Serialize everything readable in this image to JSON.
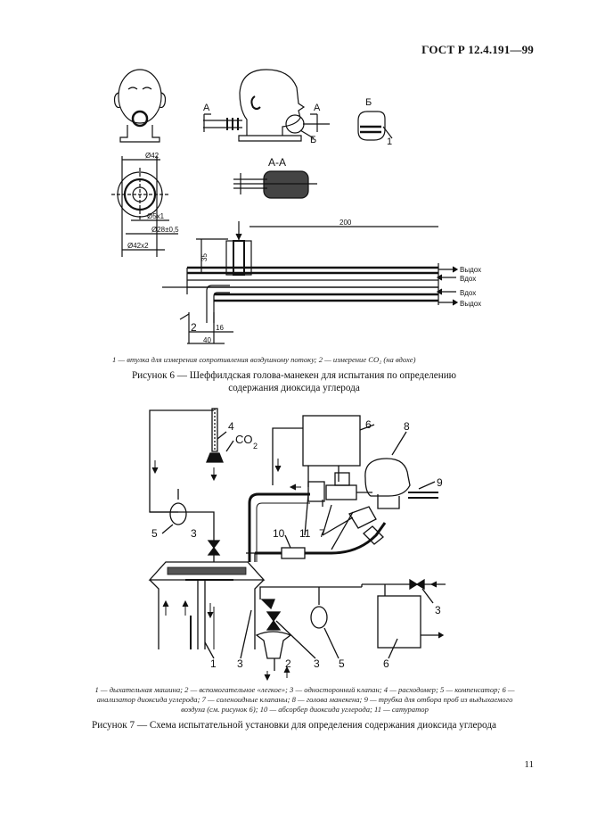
{
  "header": {
    "standard": "ГОСТ Р 12.4.191—99"
  },
  "figure6": {
    "labels": {
      "section_a_left": "А",
      "section_a_right": "А",
      "view_b": "Б",
      "view_b_label": "Б",
      "section_aa": "А-А",
      "callout_1": "1",
      "callout_2": "2",
      "dim_42": "Ø42",
      "dim_5x1": "Ø5х1",
      "dim_28": "Ø28±0,5",
      "dim_42x2": "Ø42х2",
      "dim_200": "200",
      "dim_35": "35",
      "dim_16": "16",
      "dim_40": "40",
      "vydoh1": "Выдох",
      "vdoh1": "Вдох",
      "vdoh2": "Вдох",
      "vydoh2": "Выдох"
    },
    "legend": "1 — втулка для измерения сопротивления воздушному потоку; 2 — измерение CO₂ (на вдохе)",
    "title_line1": "Рисунок 6 — Шеффилдская голова-манекен для испытания по определению",
    "title_line2": "содержания диоксида углерода"
  },
  "figure7": {
    "labels": {
      "n4": "4",
      "co2": "CO",
      "co2_sub": "2",
      "n6_top": "6",
      "n8": "8",
      "n9": "9",
      "n5_left": "5",
      "n3_left": "3",
      "n10": "10",
      "n11": "11",
      "n7": "7",
      "n3_right": "3",
      "n1": "1",
      "n3_bottom_left": "3",
      "n2": "2",
      "n3_bottom_right": "3",
      "n5_bottom": "5",
      "n6_bottom": "6"
    },
    "legend_line1": "1 — дыхательная машина; 2 — вспомогательное «легкое»; 3 — односторонний клапан; 4 — расходомер; 5 — компенсатор; 6 —",
    "legend_line2": "анализатор диоксида углерода; 7 — соленоидные клапаны; 8 — голова манекена; 9 — трубка для отбора проб из выдыхаемого",
    "legend_line3": "воздуха (см. рисунок 6); 10 — абсорбер диоксида углерода; 11 — сатуратор",
    "title": "Рисунок 7 — Схема испытательной установки для определения содержания диоксида углерода"
  },
  "page_number": "11"
}
